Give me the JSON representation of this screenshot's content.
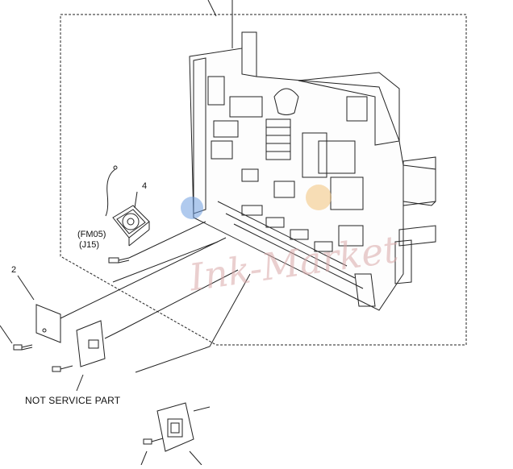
{
  "diagram": {
    "callouts": {
      "part_4": "4",
      "part_2": "2",
      "fan_code": "(FM05)",
      "connector_code": "(J15)",
      "not_service_part": "NOT SERVICE PART"
    },
    "watermark": "Ink-Market",
    "watermark_logo_colors": [
      "#6f9fe0",
      "#f2c27a"
    ],
    "line_color": "#222222"
  }
}
